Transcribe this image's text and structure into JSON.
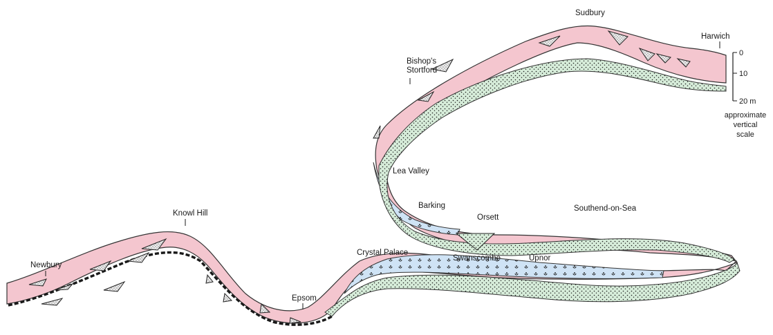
{
  "colors": {
    "upper_bed": "#f4c6cf",
    "middle_bed": "#cfe3f5",
    "lower_bed": "#d6ecd9",
    "basal_bed": "#1a1a1a",
    "outline": "#333333",
    "lens_fill": "#ececec"
  },
  "localities": [
    {
      "id": "newbury",
      "name": "Newbury"
    },
    {
      "id": "knowl-hill",
      "name": "Knowl Hill"
    },
    {
      "id": "epsom",
      "name": "Epsom"
    },
    {
      "id": "crystal-palace",
      "name": "Crystal Palace"
    },
    {
      "id": "swanscombe",
      "name": "Swanscombe"
    },
    {
      "id": "upnor",
      "name": "Upnor"
    },
    {
      "id": "orsett",
      "name": "Orsett"
    },
    {
      "id": "southend",
      "name": "Southend-on-Sea"
    },
    {
      "id": "barking",
      "name": "Barking"
    },
    {
      "id": "lea-valley",
      "name": "Lea Valley"
    },
    {
      "id": "bishops-stortford",
      "name": "Bishop's\nStortford"
    },
    {
      "id": "sudbury",
      "name": "Sudbury"
    },
    {
      "id": "harwich",
      "name": "Harwich"
    }
  ],
  "scale": {
    "ticks": [
      "0",
      "10",
      "20 m"
    ],
    "caption": [
      "approximate",
      "vertical",
      "scale"
    ]
  }
}
